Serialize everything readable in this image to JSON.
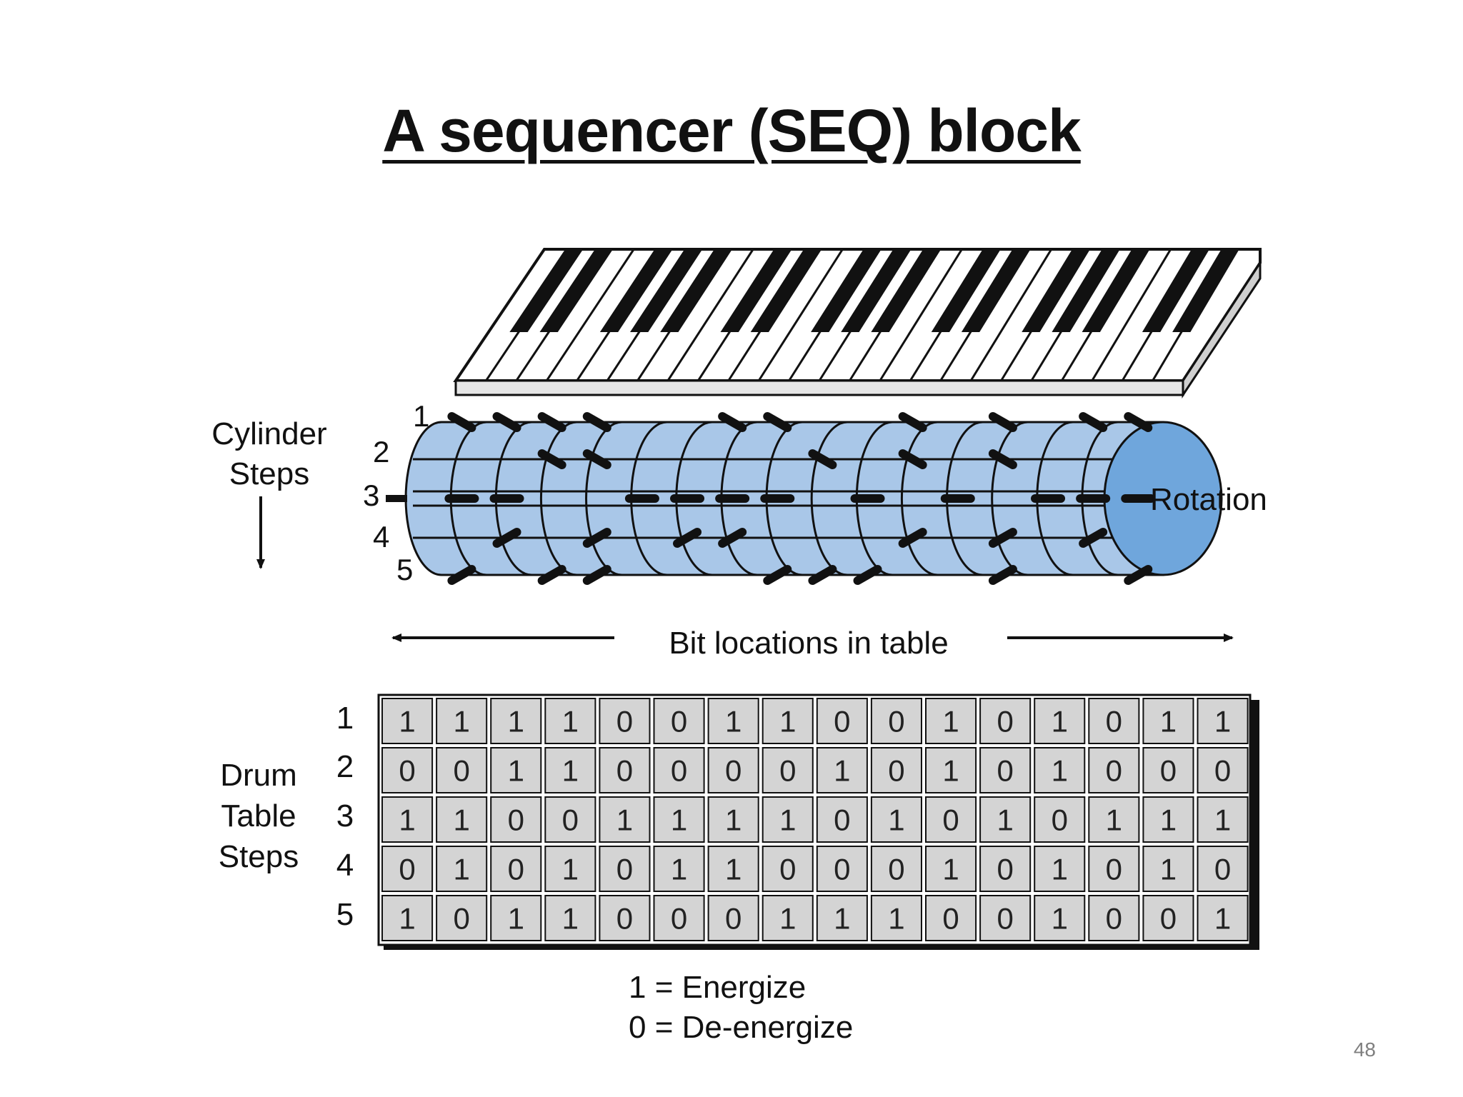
{
  "slide": {
    "title": "A sequencer (SEQ) block",
    "page_number": "48"
  },
  "diagram": {
    "cylinder_steps_label": [
      "Cylinder",
      "Steps"
    ],
    "step_numbers": [
      "1",
      "2",
      "3",
      "4",
      "5"
    ],
    "rotation_label": "Rotation",
    "bit_locations_label": "Bit locations in table",
    "drum_table_label": [
      "Drum",
      "Table",
      "Steps"
    ],
    "legend": [
      "1 = Energize",
      "0 = De-energize"
    ],
    "drum_table": [
      [
        1,
        1,
        1,
        1,
        0,
        0,
        1,
        1,
        0,
        0,
        1,
        0,
        1,
        0,
        1,
        1
      ],
      [
        0,
        0,
        1,
        1,
        0,
        0,
        0,
        0,
        1,
        0,
        1,
        0,
        1,
        0,
        0,
        0
      ],
      [
        1,
        1,
        0,
        0,
        1,
        1,
        1,
        1,
        0,
        1,
        0,
        1,
        0,
        1,
        1,
        1
      ],
      [
        0,
        1,
        0,
        1,
        0,
        1,
        1,
        0,
        0,
        0,
        1,
        0,
        1,
        0,
        1,
        0
      ],
      [
        1,
        0,
        1,
        1,
        0,
        0,
        0,
        1,
        1,
        1,
        0,
        0,
        1,
        0,
        0,
        1
      ]
    ],
    "colors": {
      "cylinder_body": "#a9c7e8",
      "cylinder_end": "#6fa6dc",
      "table_cell": "#d4d4d4"
    }
  }
}
